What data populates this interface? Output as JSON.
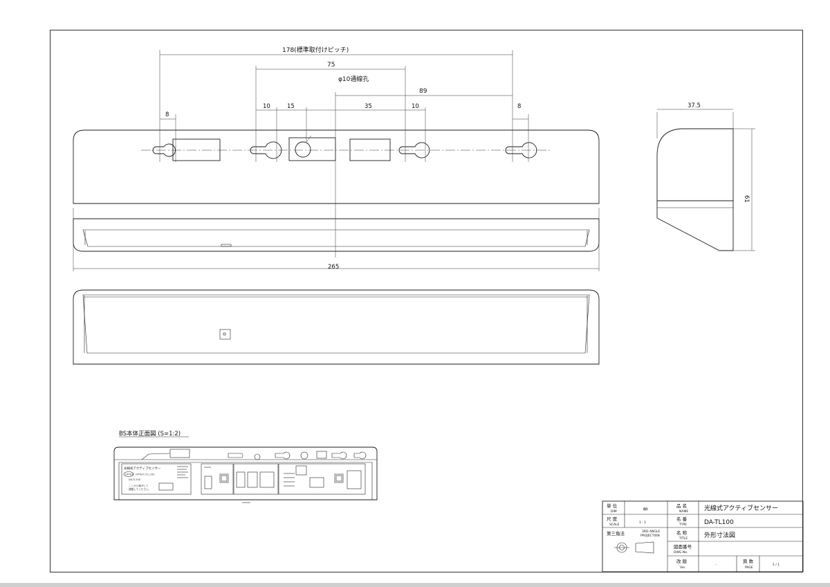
{
  "dimensions": {
    "pitch_178": "178(標準取付けピッチ)",
    "d75": "75",
    "hole_label": "φ10通線孔",
    "d89": "89",
    "d8_left": "8",
    "d10_a": "10",
    "d15": "15",
    "d35": "35",
    "d10_b": "10",
    "d8_right": "8",
    "d265": "265",
    "d37_5": "37.5",
    "d61": "61"
  },
  "front_view_title": "BS本体正面図 (S=1:2)",
  "front_panel": {
    "product_label": "光線式アクティブセンサー",
    "brand": "OPTEX",
    "company": "OPTEX CO.,LTD.",
    "model_small": "DA-TL100",
    "note_line1": "ここから剥がして",
    "note_line2": "調整してください。"
  },
  "title_block": {
    "unit_label": "単 位",
    "unit_sub": "DIM",
    "unit_value": "㎜",
    "scale_label": "尺 度",
    "scale_sub": "SCALE",
    "scale_value": "1 : 1",
    "projection_label": "第三角法",
    "projection_sub1": "3RD ANGLE",
    "projection_sub2": "PROJECTION",
    "item_label": "品 名",
    "item_sub": "NAME",
    "item_value": "光線式アクティブセンサー",
    "type_label": "名 番",
    "type_sub": "TYPE",
    "type_value": "DA-TL100",
    "title_label": "名 称",
    "title_sub": "TITLE",
    "title_value": "外形寸法図",
    "drawing_no_label": "図面番号",
    "drawing_no_sub": "DWG.No.",
    "rev_label": "改 版",
    "rev_sub": "Ver.",
    "rev_value": "-",
    "page_label": "頁 数",
    "page_sub": "PAGE",
    "page_value": "1 / 1"
  }
}
